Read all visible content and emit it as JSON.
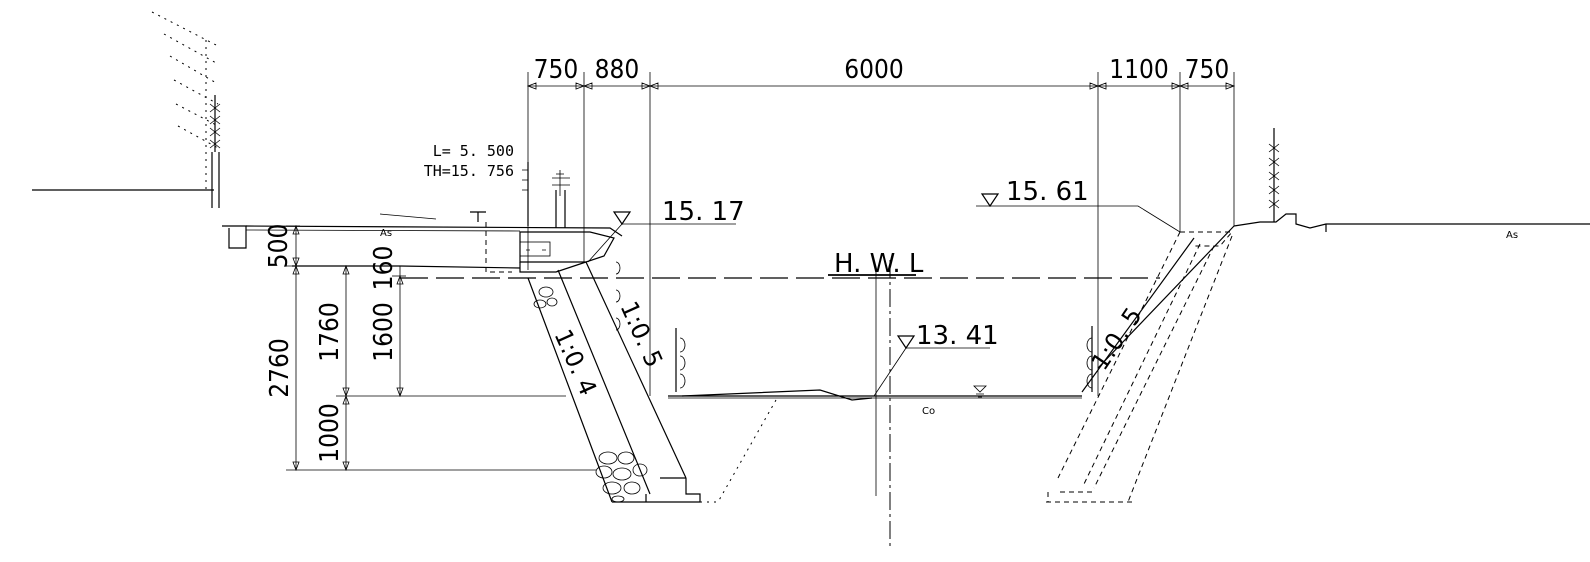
{
  "dimensions_top": [
    "750",
    "880",
    "6000",
    "1100",
    "750"
  ],
  "dimensions_left": [
    "500",
    "160",
    "1600",
    "1760",
    "2760",
    "1000"
  ],
  "levels": {
    "left_bank": "15. 17",
    "right_bank": "15. 61",
    "water": "13. 41",
    "hwl": "H. W. L"
  },
  "pile_note": {
    "length": "L= 5. 500",
    "top_height": "TH=15. 756"
  },
  "slopes": {
    "left_wall": "1:0. 4",
    "left_face": "1:0. 5",
    "right_face": "1:0. 5"
  },
  "materials": {
    "left_pavement": "As",
    "right_pavement": "As",
    "channel_bed": "Co"
  }
}
